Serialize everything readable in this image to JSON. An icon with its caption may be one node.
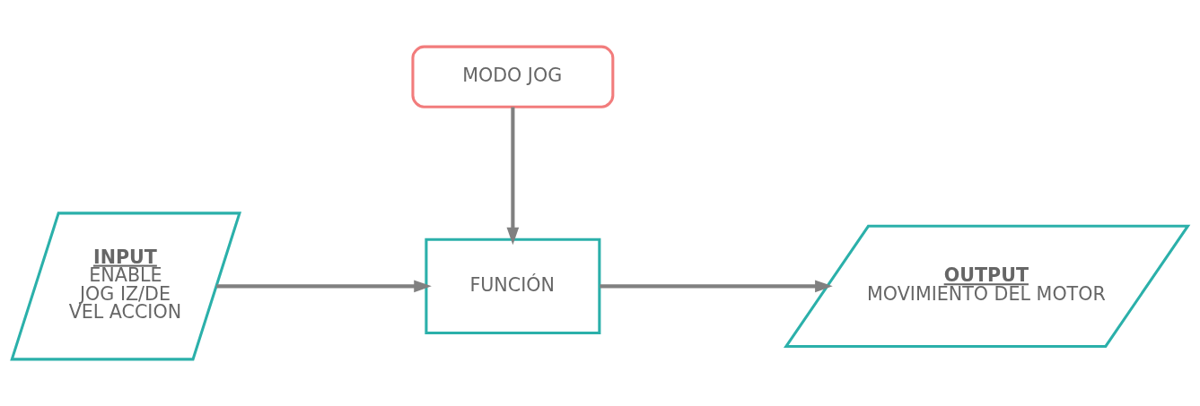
{
  "diagram": {
    "nodes": [
      {
        "text": [
          "MODO JOG"
        ]
      },
      {
        "text": [
          "INPUT",
          "ENABLE",
          "JOG IZ/DE",
          "VEL ACCION"
        ]
      },
      {
        "text": [
          "FUNCIÓN"
        ]
      },
      {
        "text": [
          "OUTPUT",
          "MOVIMIENTO DEL MOTOR"
        ]
      }
    ],
    "edges": [
      {
        "from": 0,
        "to": 2,
        "arrow": "to"
      },
      {
        "from": 1,
        "to": 2,
        "arrow": "to"
      },
      {
        "from": 2,
        "to": 3,
        "arrow": "to"
      }
    ]
  }
}
